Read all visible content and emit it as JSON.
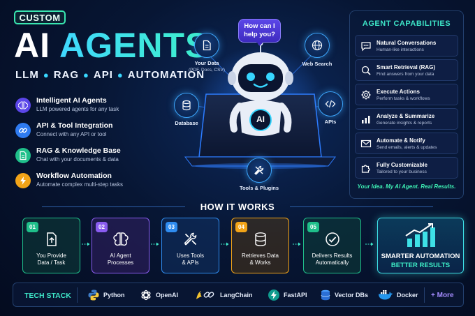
{
  "header": {
    "badge": "CUSTOM",
    "title_part1": "AI",
    "title_part2": "AGENTS",
    "subtitle": [
      "LLM",
      "RAG",
      "API",
      "AUTOMATION"
    ]
  },
  "features": [
    {
      "title": "Intelligent AI Agents",
      "desc": "LLM powered agents for any task",
      "icon": "brain-icon",
      "color": "#5b46e8"
    },
    {
      "title": "API & Tool Integration",
      "desc": "Connect with any API or tool",
      "icon": "link-icon",
      "color": "#2f7bf0"
    },
    {
      "title": "RAG & Knowledge Base",
      "desc": "Chat with your documents & data",
      "icon": "document-icon",
      "color": "#1fbf8a"
    },
    {
      "title": "Workflow Automation",
      "desc": "Automate complex multi-step tasks",
      "icon": "lightning-icon",
      "color": "#f2a418"
    }
  ],
  "robot": {
    "bubble": "How can I help you?",
    "chest": "AI",
    "satellites": [
      {
        "label": "Your Data",
        "sublabel": "(PDF, Docs, CSV)",
        "icon": "file-icon"
      },
      {
        "label": "Web Search",
        "sublabel": "",
        "icon": "globe-icon"
      },
      {
        "label": "Database",
        "sublabel": "",
        "icon": "database-icon"
      },
      {
        "label": "APIs",
        "sublabel": "",
        "icon": "code-icon"
      },
      {
        "label": "Tools & Plugins",
        "sublabel": "",
        "icon": "tools-icon"
      }
    ]
  },
  "capabilities": {
    "heading": "AGENT CAPABILITIES",
    "items": [
      {
        "title": "Natural Conversations",
        "desc": "Human-like interactions",
        "icon": "chat-icon"
      },
      {
        "title": "Smart Retrieval (RAG)",
        "desc": "Find answers from your data",
        "icon": "search-icon"
      },
      {
        "title": "Execute Actions",
        "desc": "Perform tasks & workflows",
        "icon": "gear-icon"
      },
      {
        "title": "Analyze & Summarize",
        "desc": "Generate insights & reports",
        "icon": "chart-icon"
      },
      {
        "title": "Automate & Notify",
        "desc": "Send emails, alerts & updates",
        "icon": "mail-icon"
      },
      {
        "title": "Fully Customizable",
        "desc": "Tailored to your business",
        "icon": "puzzle-icon"
      }
    ],
    "tagline": "Your Idea. My AI Agent. Real Results."
  },
  "how_it_works": {
    "heading": "HOW IT WORKS",
    "steps": [
      {
        "num": "01",
        "l1": "You Provide",
        "l2": "Data / Task",
        "color": "#1fbf8a",
        "icon": "upload-doc-icon"
      },
      {
        "num": "02",
        "l1": "AI Agent",
        "l2": "Processes",
        "color": "#8a5cf0",
        "icon": "brain-icon"
      },
      {
        "num": "03",
        "l1": "Uses Tools",
        "l2": "& APIs",
        "color": "#2f8cf0",
        "icon": "tools-icon"
      },
      {
        "num": "04",
        "l1": "Retrieves Data",
        "l2": "& Works",
        "color": "#f2a418",
        "icon": "database-icon"
      },
      {
        "num": "05",
        "l1": "Delivers Results",
        "l2": "Automatically",
        "color": "#1fbf8a",
        "icon": "check-circle-icon"
      }
    ],
    "result_l1": "SMARTER AUTOMATION",
    "result_l2": "BETTER RESULTS"
  },
  "tech_stack": {
    "heading": "TECH STACK",
    "items": [
      {
        "name": "Python",
        "icon": "python-icon"
      },
      {
        "name": "OpenAI",
        "icon": "openai-icon"
      },
      {
        "name": "LangChain",
        "icon": "langchain-icon"
      },
      {
        "name": "FastAPI",
        "icon": "fastapi-icon"
      },
      {
        "name": "Vector DBs",
        "icon": "vector-db-icon"
      },
      {
        "name": "Docker",
        "icon": "docker-icon"
      }
    ],
    "more": "+ More"
  }
}
